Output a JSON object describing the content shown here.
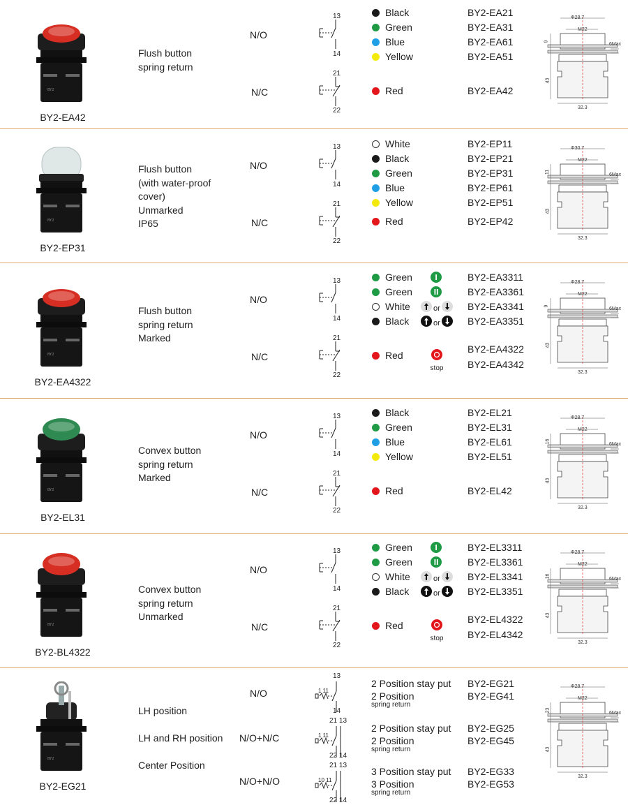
{
  "colors": {
    "Black": "#1a1a1a",
    "Green": "#1f9a45",
    "Blue": "#1fa0e6",
    "Yellow": "#f3ea0b",
    "Red": "#e3161c",
    "White": "#ffffff",
    "divider": "#e0a96b"
  },
  "rows": [
    {
      "model": "BY2-EA42",
      "button_color": "#d62e22",
      "desc": [
        "Flush button",
        "spring return"
      ],
      "no": {
        "label": "N/O",
        "t_top": "13",
        "t_bot": "14"
      },
      "nc": {
        "label": "N/C",
        "t_top": "21",
        "t_bot": "22"
      },
      "options": [
        {
          "color": "Black",
          "label": "Black",
          "code": "BY2-EA21"
        },
        {
          "color": "Green",
          "label": "Green",
          "code": "BY2-EA31"
        },
        {
          "color": "Blue",
          "label": "Blue",
          "code": "BY2-EA61"
        },
        {
          "color": "Yellow",
          "label": "Yellow",
          "code": "BY2-EA51"
        }
      ],
      "nc_option": {
        "color": "Red",
        "label": "Red",
        "code": "BY2-EA42"
      },
      "drawing": {
        "dia": "Φ28.7",
        "thread": "M22",
        "h1": "9",
        "h2": "43",
        "w": "32.3",
        "max": "6Max"
      }
    },
    {
      "model": "BY2-EP31",
      "button_color": "#dfe8e6",
      "desc": [
        "Flush button",
        "(with water-proof",
        "cover)",
        "Unmarked",
        "IP65"
      ],
      "no": {
        "label": "N/O",
        "t_top": "13",
        "t_bot": "14"
      },
      "nc": {
        "label": "N/C",
        "t_top": "21",
        "t_bot": "22"
      },
      "options": [
        {
          "color": "White",
          "label": "White",
          "code": "BY2-EP11"
        },
        {
          "color": "Black",
          "label": "Black",
          "code": "BY2-EP21"
        },
        {
          "color": "Green",
          "label": "Green",
          "code": "BY2-EP31"
        },
        {
          "color": "Blue",
          "label": "Blue",
          "code": "BY2-EP61"
        },
        {
          "color": "Yellow",
          "label": "Yellow",
          "code": "BY2-EP51"
        }
      ],
      "nc_option": {
        "color": "Red",
        "label": "Red",
        "code": "BY2-EP42"
      },
      "drawing": {
        "dia": "Φ30.7",
        "thread": "M22",
        "h1": "11",
        "h2": "43",
        "w": "32.3",
        "max": "6Max"
      }
    },
    {
      "model": "BY2-EA4322",
      "button_color": "#d62e22",
      "desc": [
        "Flush button",
        "spring return",
        "Marked"
      ],
      "no": {
        "label": "N/O",
        "t_top": "13",
        "t_bot": "14"
      },
      "nc": {
        "label": "N/C",
        "t_top": "21",
        "t_bot": "22"
      },
      "options": [
        {
          "color": "Green",
          "label": "Green",
          "code": "BY2-EA3311",
          "marker": "I"
        },
        {
          "color": "Green",
          "label": "Green",
          "code": "BY2-EA3361",
          "marker": "II"
        },
        {
          "color": "White",
          "label": "White",
          "code": "BY2-EA3341",
          "marker": "arrows-white",
          "or": "or"
        },
        {
          "color": "Black",
          "label": "Black",
          "code": "BY2-EA3351",
          "marker": "arrows-black",
          "or": "or"
        }
      ],
      "nc_option": {
        "color": "Red",
        "label": "Red",
        "codes": [
          "BY2-EA4322",
          "BY2-EA4342"
        ],
        "stop": "stop"
      },
      "drawing": {
        "dia": "Φ28.7",
        "thread": "M22",
        "h1": "9",
        "h2": "43",
        "w": "32.3",
        "max": "6Max"
      }
    },
    {
      "model": "BY2-EL31",
      "button_color": "#2f8a52",
      "desc": [
        "Convex button",
        "spring return",
        "Marked"
      ],
      "no": {
        "label": "N/O",
        "t_top": "13",
        "t_bot": "14"
      },
      "nc": {
        "label": "N/C",
        "t_top": "21",
        "t_bot": "22"
      },
      "options": [
        {
          "color": "Black",
          "label": "Black",
          "code": "BY2-EL21"
        },
        {
          "color": "Green",
          "label": "Green",
          "code": "BY2-EL31"
        },
        {
          "color": "Blue",
          "label": "Blue",
          "code": "BY2-EL61"
        },
        {
          "color": "Yellow",
          "label": "Yellow",
          "code": "BY2-EL51"
        }
      ],
      "nc_option": {
        "color": "Red",
        "label": "Red",
        "code": "BY2-EL42"
      },
      "drawing": {
        "dia": "Φ28.7",
        "thread": "M22",
        "h1": "16",
        "h2": "43",
        "w": "32.3",
        "max": "6Max"
      }
    },
    {
      "model": "BY2-BL4322",
      "button_color": "#d62e22",
      "desc": [
        "Convex button",
        "spring return",
        "Unmarked"
      ],
      "no": {
        "label": "N/O",
        "t_top": "13",
        "t_bot": "14"
      },
      "nc": {
        "label": "N/C",
        "t_top": "21",
        "t_bot": "22"
      },
      "options": [
        {
          "color": "Green",
          "label": "Green",
          "code": "BY2-EL3311",
          "marker": "I"
        },
        {
          "color": "Green",
          "label": "Green",
          "code": "BY2-EL3361",
          "marker": "II"
        },
        {
          "color": "White",
          "label": "White",
          "code": "BY2-EL3341",
          "marker": "arrows-white",
          "or": "or"
        },
        {
          "color": "Black",
          "label": "Black",
          "code": "BY2-EL3351",
          "marker": "arrows-black",
          "or": "or"
        }
      ],
      "nc_option": {
        "color": "Red",
        "label": "Red",
        "codes": [
          "BY2-EL4322",
          "BY2-EL4342"
        ],
        "stop": "stop"
      },
      "drawing": {
        "dia": "Φ28.7",
        "thread": "M22",
        "h1": "16",
        "h2": "43",
        "w": "32.3",
        "max": "6Max"
      }
    },
    {
      "model": "BY2-EG21",
      "button_color": "#1a1a1a",
      "desc_lines": [
        "LH position",
        "LH and RH position",
        "Center Position"
      ],
      "contacts": [
        {
          "label": "N/O",
          "t_top": "13",
          "t_bot": "14",
          "pos": "1  11"
        },
        {
          "label": "N/O+N/C",
          "t_top": "21 13",
          "t_bot": "22 14",
          "pos": "1  11"
        },
        {
          "label": "N/O+N/O",
          "t_top": "21 13",
          "t_bot": "22 14",
          "pos": "10 11"
        }
      ],
      "key_options": [
        {
          "main": "2 Position stay put",
          "code": "BY2-EG21"
        },
        {
          "main": "2 Position",
          "sub": "spring return",
          "code": "BY2-EG41"
        },
        {
          "main": "2 Position stay put",
          "code": "BY2-EG25"
        },
        {
          "main": "2 Position",
          "sub": "spring return",
          "code": "BY2-EG45"
        },
        {
          "main": "3 Position stay put",
          "code": "BY2-EG33"
        },
        {
          "main": "3 Position",
          "sub": "spring return",
          "code": "BY2-EG53"
        }
      ],
      "drawing": {
        "dia": "Φ28.7",
        "thread": "M22",
        "h1": "23",
        "h2": "43",
        "w": "32.3",
        "max": "6Max"
      }
    }
  ]
}
